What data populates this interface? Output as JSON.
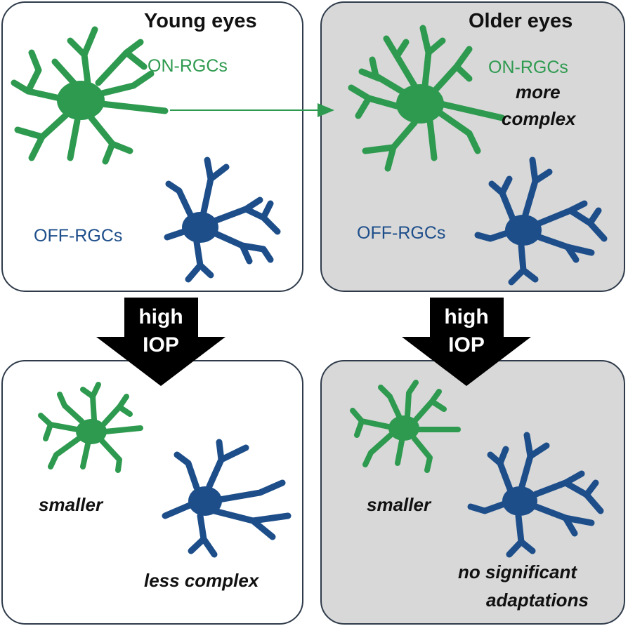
{
  "panels": {
    "young": {
      "title": "Young eyes",
      "on_label": "ON-RGCs",
      "off_label": "OFF-RGCs"
    },
    "older": {
      "title": "Older eyes",
      "on_label": "ON-RGCs",
      "off_label": "OFF-RGCs",
      "on_note_line1": "more",
      "on_note_line2": "complex"
    },
    "young_iop": {
      "on_note": "smaller",
      "off_note": "less complex"
    },
    "older_iop": {
      "on_note": "smaller",
      "off_note_line1": "no significant",
      "off_note_line2": "adaptations"
    }
  },
  "arrows": {
    "left": {
      "line1": "high",
      "line2": "IOP"
    },
    "right": {
      "line1": "high",
      "line2": "IOP"
    }
  },
  "colors": {
    "on_cell": "#2e9a4f",
    "off_cell": "#1d4e8a",
    "older_panel": "#d8d8d8",
    "arrow": "#000000"
  },
  "icons": [
    "on-rgc-neuron-icon",
    "off-rgc-neuron-icon"
  ]
}
